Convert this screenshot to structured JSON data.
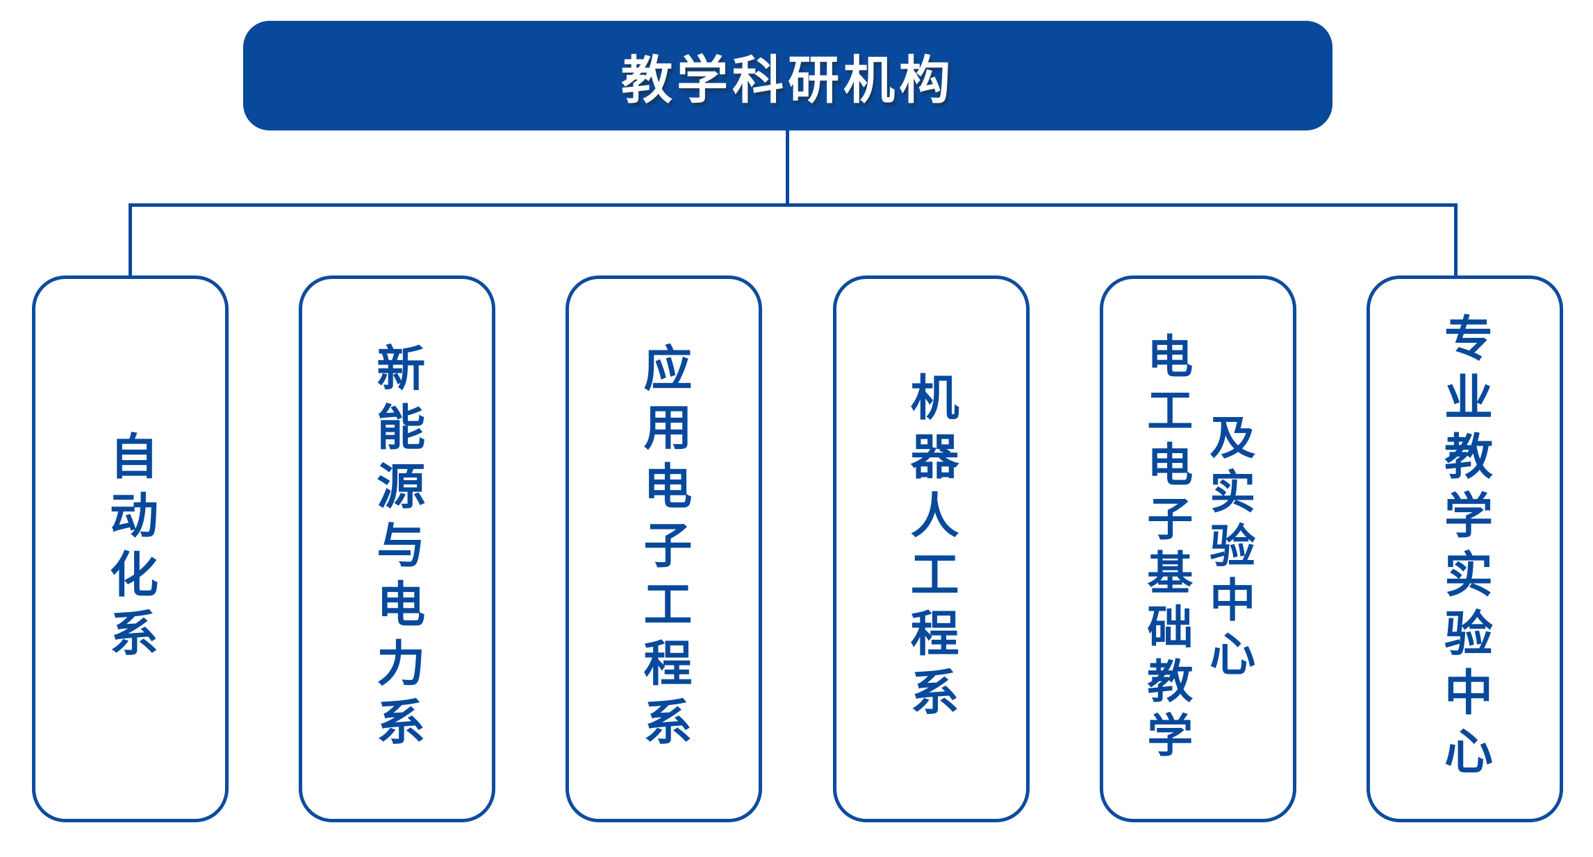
{
  "org": {
    "root": {
      "label": "教学科研机构"
    },
    "children": [
      {
        "label": "自动化系"
      },
      {
        "label": "新能源与电力系"
      },
      {
        "label": "应用电子工程系"
      },
      {
        "label": "机器人工程系"
      },
      {
        "label": "电工电子基础教学及实验中心",
        "columns": [
          "电工电子基础教学",
          "及实验中心"
        ]
      },
      {
        "label": "专业教学实验中心"
      }
    ],
    "colors": {
      "primary_blue": "#08499B",
      "border_blue": "#0D4C9E",
      "root_text": "#FFFFFF",
      "background": "#FFFFFF"
    }
  }
}
